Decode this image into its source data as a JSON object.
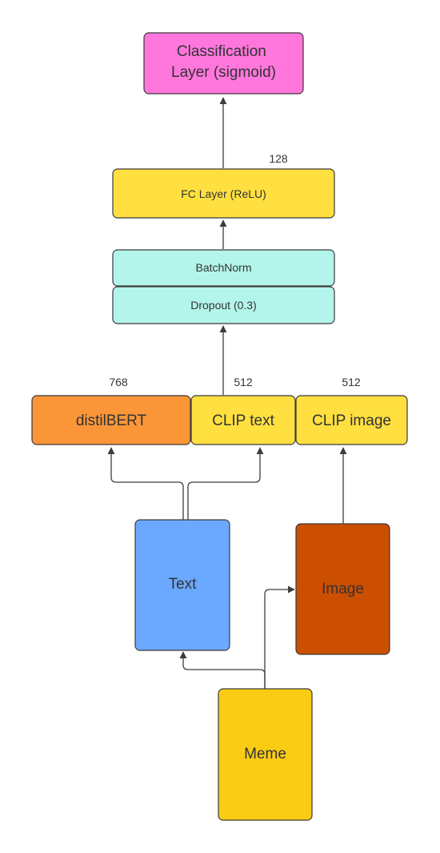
{
  "nodes": {
    "classification": {
      "lines": [
        "Classification",
        "Layer (sigmoid)"
      ],
      "color": "#ff77dd"
    },
    "fc": {
      "label": "FC Layer (ReLU)",
      "color": "#ffe040"
    },
    "batchnorm": {
      "label": "BatchNorm",
      "color": "#b3f5ea"
    },
    "dropout": {
      "label": "Dropout (0.3)",
      "color": "#b3f5ea"
    },
    "distilbert": {
      "label": "distilBERT",
      "color": "#fb9638"
    },
    "clip_text": {
      "label": "CLIP text",
      "color": "#ffe040"
    },
    "clip_image": {
      "label": "CLIP image",
      "color": "#ffe040"
    },
    "text": {
      "label": "Text",
      "color": "#6ba8ff"
    },
    "image": {
      "label": "Image",
      "color": "#cc4e00"
    },
    "meme": {
      "label": "Meme",
      "color": "#facc14"
    }
  },
  "dims": {
    "fc": "128",
    "distilbert": "768",
    "clip_text": "512",
    "clip_image": "512"
  }
}
